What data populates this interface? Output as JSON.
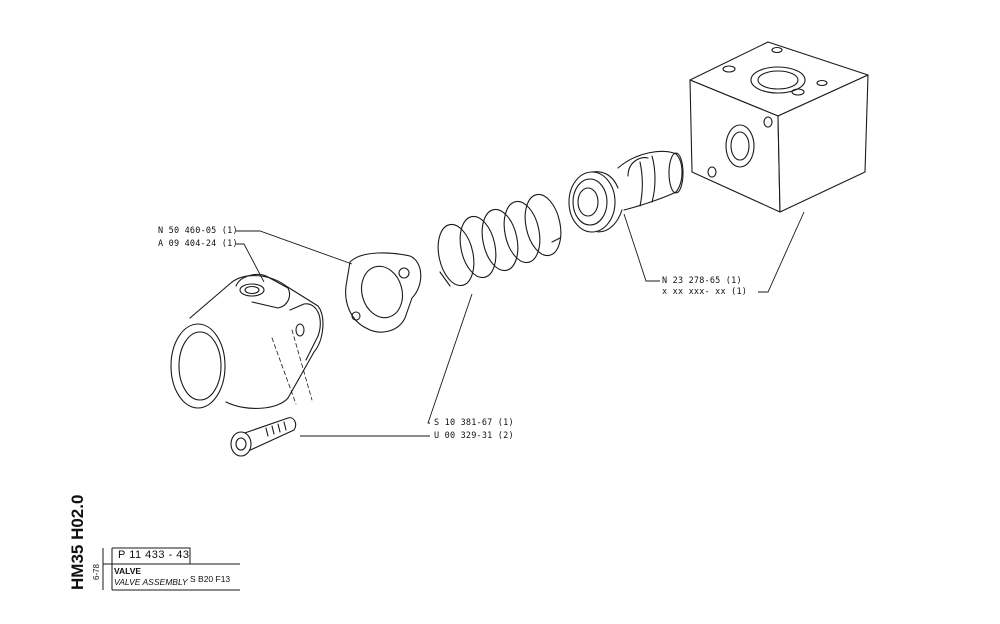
{
  "callouts": {
    "seal_part": "N 50 460-05 (1)",
    "housing_part": "A 09 404-24 (1)",
    "piston_part": "N 23 278-65 (1)",
    "block_part": "x xx xxx- xx (1)",
    "spring_part": "S 10 381-67 (1)",
    "screw_part": "U 00 329-31 (2)"
  },
  "title_block": {
    "series_code": "HM35 H02.0",
    "date": "6-78",
    "drawing_number": "P 11  433 - 43",
    "title": "VALVE",
    "subtitle": "VALVE ASSEMBLY",
    "sheet_ref": "S B20 F13"
  }
}
